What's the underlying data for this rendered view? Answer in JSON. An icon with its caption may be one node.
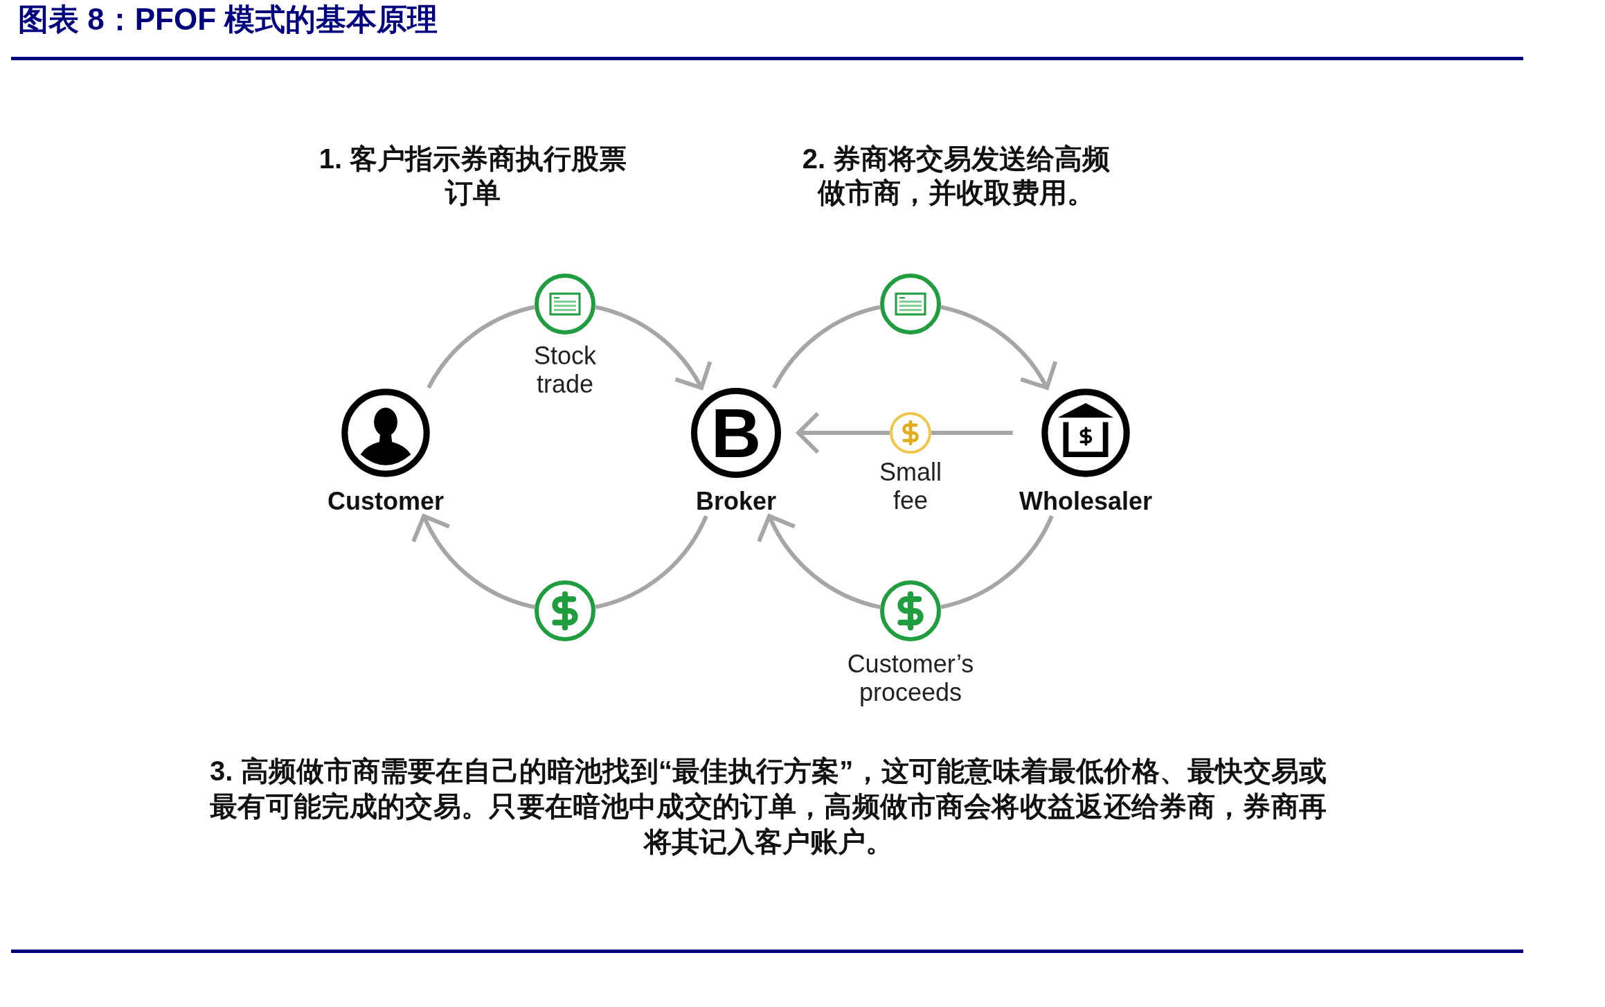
{
  "diagram": {
    "title": "图表 8：PFOF 模式的基本原理",
    "nodes": [
      {
        "text": [],
        "shape": "circle",
        "beside": [
          "Stock trade"
        ]
      },
      {
        "text": [],
        "shape": "circle"
      },
      {
        "text": [
          "Customer"
        ]
      },
      {
        "text": [
          "B",
          "Broker"
        ]
      },
      {
        "text": [],
        "shape": "circle",
        "beside": [
          "Small fee"
        ]
      },
      {
        "text": [
          "Wholesaler"
        ]
      },
      {
        "text": [],
        "shape": "circle"
      },
      {
        "text": [],
        "shape": "circle",
        "beside": [
          "Customer’s proceeds"
        ]
      }
    ],
    "edges": [
      {
        "from": 2,
        "to": 0,
        "arrow": "none"
      },
      {
        "from": 0,
        "to": 3,
        "arrow": "to"
      },
      {
        "from": 3,
        "to": 1,
        "arrow": "none"
      },
      {
        "from": 1,
        "to": 5,
        "arrow": "to"
      },
      {
        "from": 5,
        "to": 4,
        "arrow": "none"
      },
      {
        "from": 4,
        "to": 3,
        "arrow": "to"
      },
      {
        "from": 5,
        "to": 7,
        "arrow": "none"
      },
      {
        "from": 7,
        "to": 3,
        "arrow": "to"
      },
      {
        "from": 3,
        "to": 6,
        "arrow": "none"
      },
      {
        "from": 6,
        "to": 2,
        "arrow": "to"
      }
    ],
    "labels": [
      "1. 客户指示券商执行股票订单",
      "2. 券商将交易发送给高频做市商，并收取费用。",
      "3. 高频做市商需要在自己的暗池找到“最佳执行方案”，这可能意味着最低价格、最快交易或最有可能完成的交易。只要在暗池中成交的订单，高频做市商会将收益返还给券商，券商再将其记入客户账户。"
    ]
  }
}
